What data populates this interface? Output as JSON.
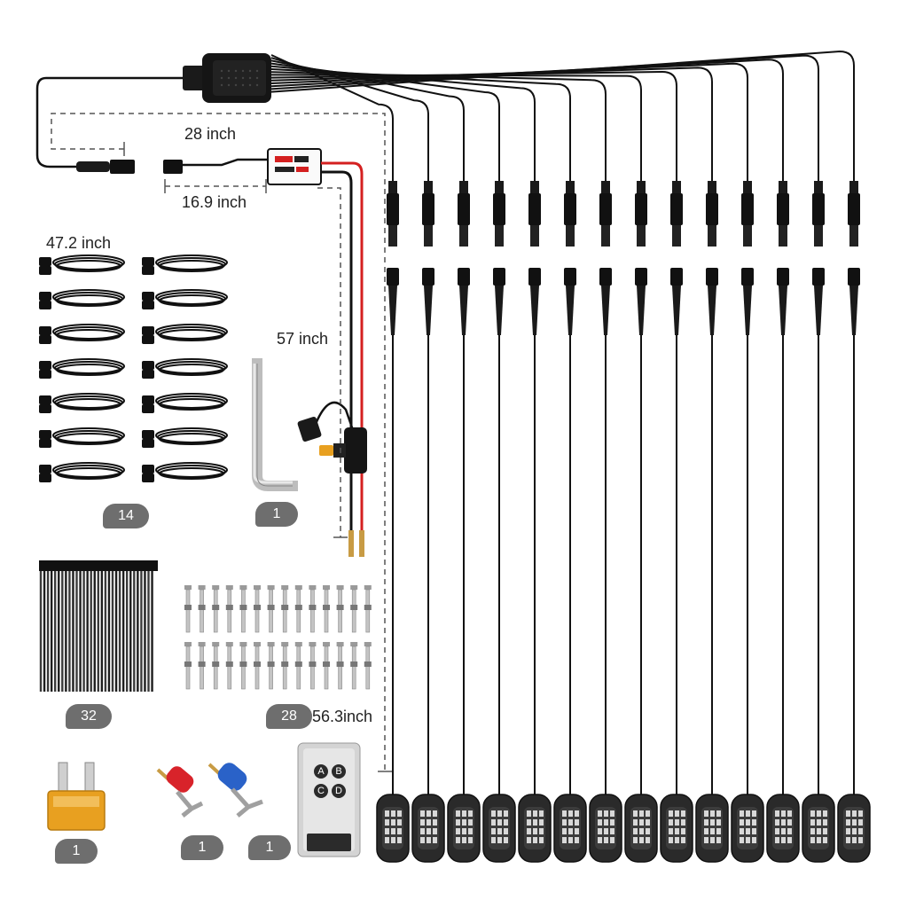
{
  "dimensions": {
    "control_cable": "28 inch",
    "power_adapter": "16.9 inch",
    "extension_cable": "47.2 inch",
    "power_lead": "57 inch",
    "light_lead": "56.3inch"
  },
  "quantities": {
    "extension_cables": "14",
    "hex_key": "1",
    "cable_ties": "32",
    "screws": "28",
    "fuse": "1",
    "terminal_red": "1",
    "terminal_blue": "1"
  },
  "remote": {
    "buttons": [
      "A",
      "B",
      "C",
      "D"
    ]
  },
  "colors": {
    "wire": "#111111",
    "red_wire": "#d42020",
    "badge": "#6e6e6e",
    "fuse": "#e8a020",
    "terminal_red": "#d8232a",
    "terminal_blue": "#2a62c8",
    "dashed": "#555555"
  },
  "icons": [
    "controller-box",
    "fuse-holder",
    "hex-key",
    "cable-tie",
    "screw",
    "blade-fuse",
    "spade-terminal",
    "remote-control",
    "rock-light-pod"
  ]
}
